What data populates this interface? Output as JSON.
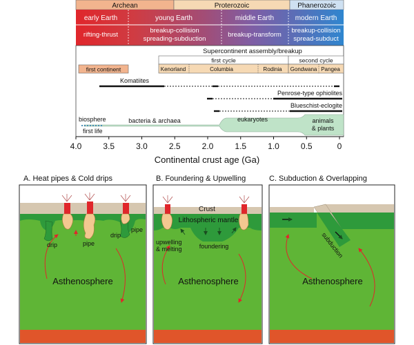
{
  "eons": [
    "Archean",
    "Proterozoic",
    "Phanerozoic"
  ],
  "stages": [
    "early Earth",
    "young Earth",
    "middle Earth",
    "modern Earth"
  ],
  "regimes": [
    "rifting-thrust",
    "breakup-collision",
    "spreading-subduction",
    "breakup-transform",
    "breakup-collision",
    "spread-subduct"
  ],
  "supercontinent": {
    "title": "Supercontinent assembly/breakup",
    "first_continent": "first continent",
    "first_cycle": "first cycle",
    "second_cycle": "second cycle",
    "names": [
      "Kenorland",
      "Columbia",
      "Rodinia",
      "Gondwana",
      "Pangea"
    ]
  },
  "records": [
    "Komatiites",
    "Penrose-type ophiolites",
    "Blueschist-eclogite"
  ],
  "bio": {
    "biosphere": "biosphere",
    "first_life": "first life",
    "bacteria": "bacteria & archaea",
    "eukaryotes": "eukaryotes",
    "animals1": "animals",
    "animals2": "& plants"
  },
  "axis": {
    "ticks": [
      "4.0",
      "3.5",
      "3.0",
      "2.5",
      "2.0",
      "1.5",
      "1.0",
      "0.5",
      "0"
    ],
    "label": "Continental crust age (Ga)"
  },
  "panels": [
    {
      "title": "A. Heat pipes & Cold drips",
      "labels": [
        "drip",
        "pipe",
        "drip",
        "pipe",
        "Asthenosphere"
      ]
    },
    {
      "title": "B. Foundering & Upwelling",
      "labels": [
        "Crust",
        "Lithospheric mantle",
        "upwelling",
        "& melting",
        "foundering",
        "Asthenosphere"
      ]
    },
    {
      "title": "C. Subduction & Overlapping",
      "labels": [
        "subduction",
        "Asthenosphere"
      ]
    }
  ],
  "colors": {
    "archean": "#f2b48e",
    "proterozoic": "#f6cfa6",
    "phanerozoic": "#c7def2",
    "red": "#e0262b",
    "purple": "#8a5ea0",
    "blue": "#2f7fc8",
    "green": "#5fb536",
    "lithosphere": "#2e9a3b",
    "crust": "#d6c7b0",
    "core": "#e0552a",
    "bio": "#bfe3c8"
  }
}
